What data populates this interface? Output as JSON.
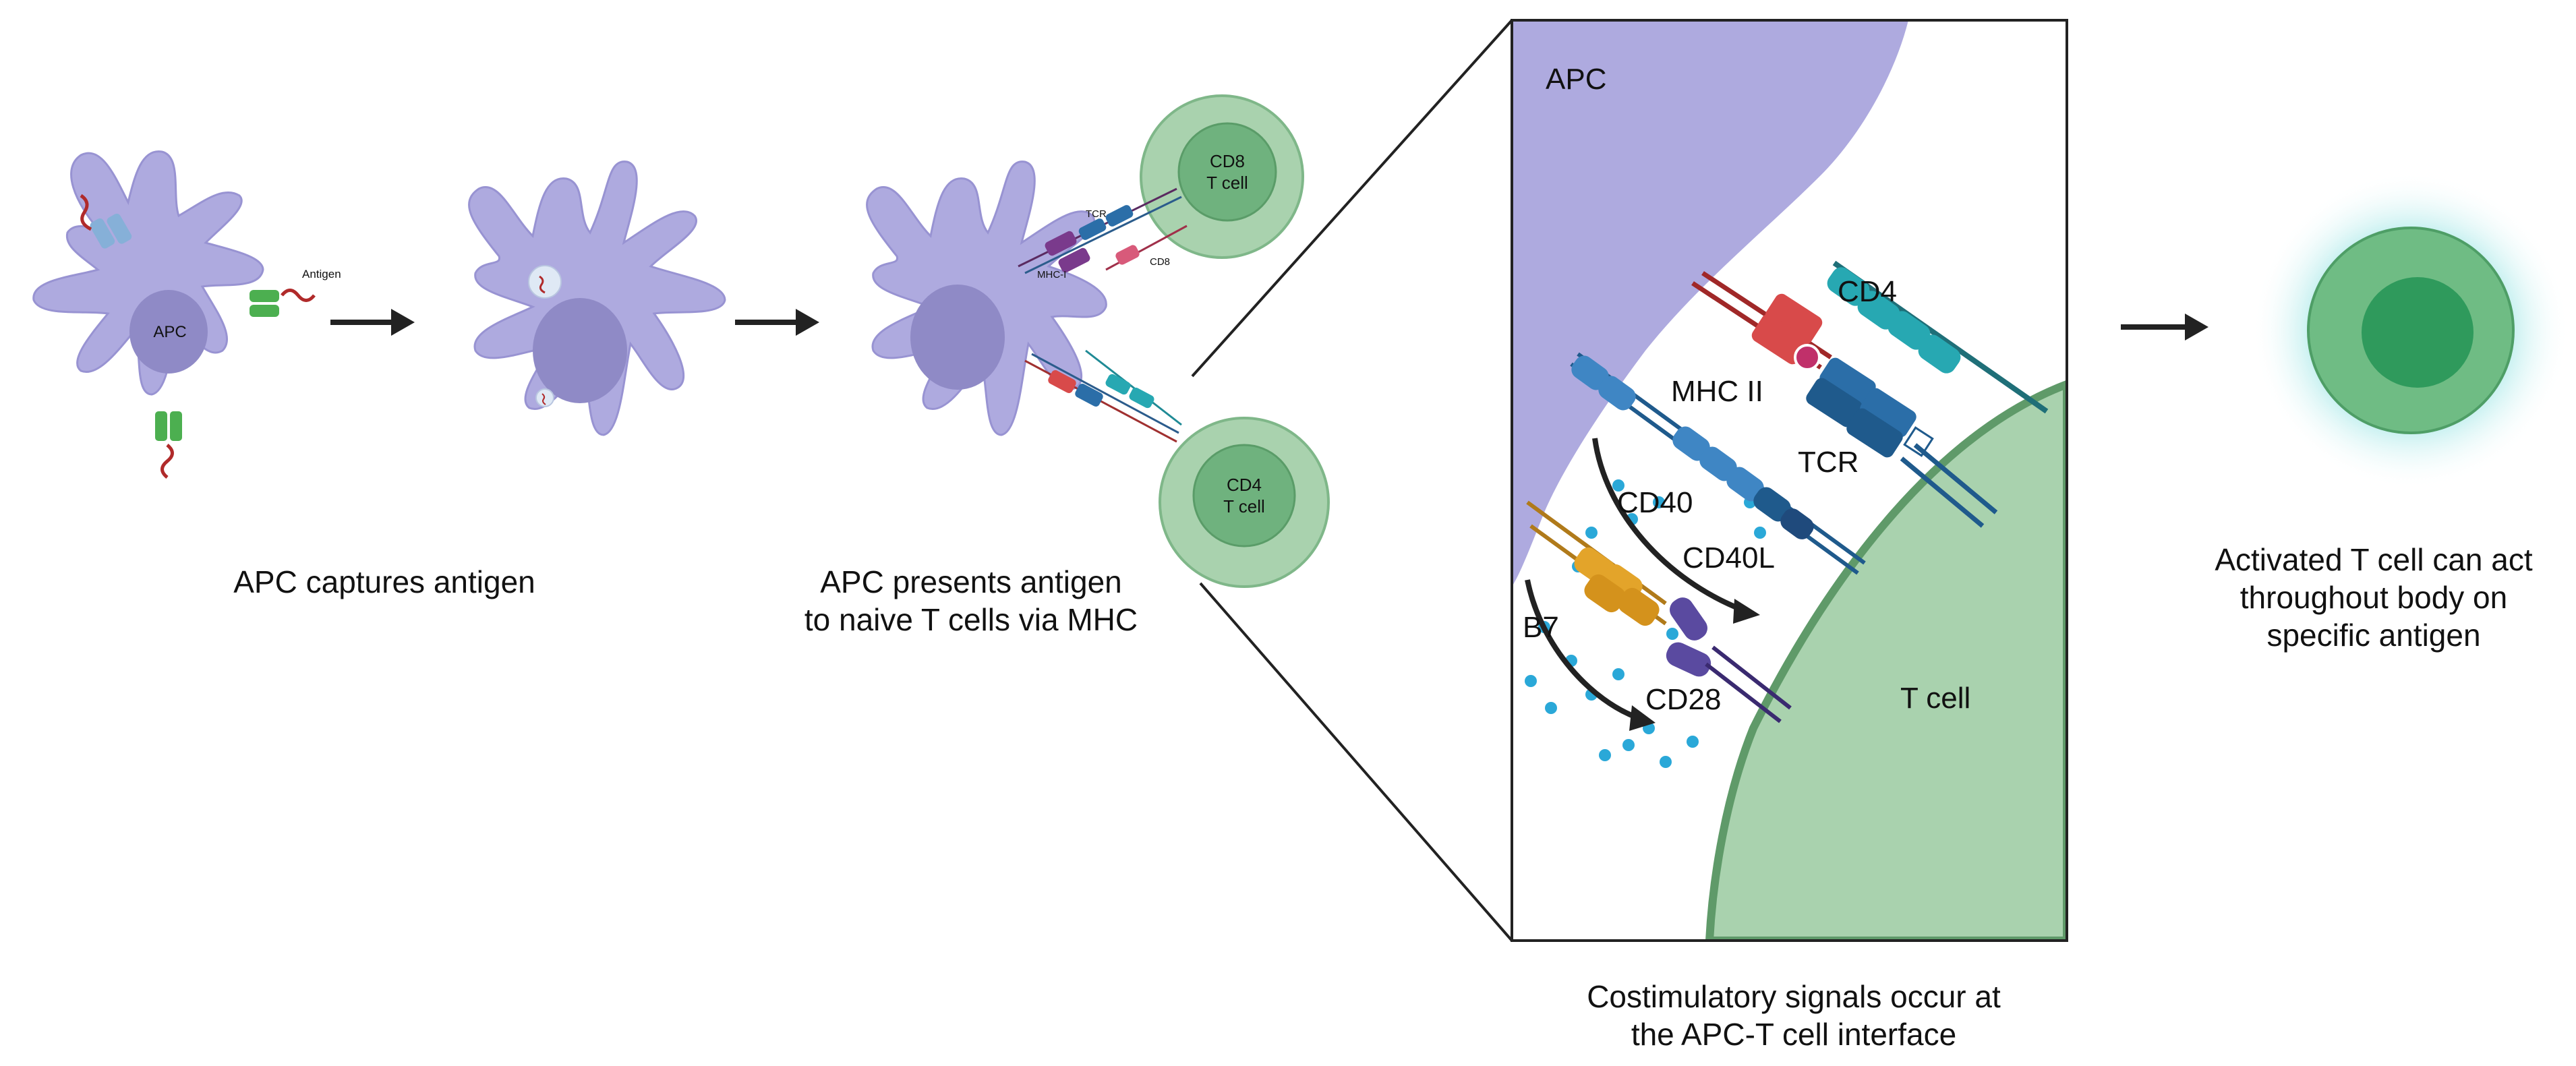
{
  "stage1": {
    "cell_label": "APC",
    "antigen_label": "Antigen",
    "caption": "APC captures antigen"
  },
  "stage3": {
    "cd8_cell": {
      "line1": "CD8",
      "line2": "T cell"
    },
    "cd4_cell": {
      "line1": "CD4",
      "line2": "T cell"
    },
    "molecule_labels": {
      "tcr": "TCR",
      "mhc1": "MHC-I",
      "cd8": "CD8"
    },
    "caption_lines": [
      "APC presents antigen",
      "to naive T cells via MHC"
    ]
  },
  "zoom_panel": {
    "apc_label": "APC",
    "tcell_label": "T cell",
    "molecules": {
      "cd4": "CD4",
      "mhc2": "MHC II",
      "tcr": "TCR",
      "cd40": "CD40",
      "cd40l": "CD40L",
      "b7": "B7",
      "cd28": "CD28"
    },
    "caption_lines": [
      "Costimulatory signals occur at",
      "the APC-T cell interface"
    ]
  },
  "stage_final": {
    "caption_lines": [
      "Activated T cell can act",
      "throughout body on",
      "specific antigen"
    ]
  },
  "colors": {
    "apc_fill": "#aeaadf",
    "apc_nucleus": "#8f8ac6",
    "tcell_outer": "#a9d2ae",
    "tcell_inner": "#6fb27e",
    "active_core": "#2f9a5c",
    "glow": "#9fe6e6",
    "mhc2_red": "#d84a4a",
    "tcr_blue": "#2b6ea8",
    "cd4_teal": "#27a8b2",
    "cd40_blue": "#3f86c4",
    "b7_orange": "#e3a42a",
    "cd28_purple": "#5a4aa0",
    "cytokine_dots": "#2aa8d8",
    "arrow": "#222222",
    "panel_border": "#222222"
  }
}
